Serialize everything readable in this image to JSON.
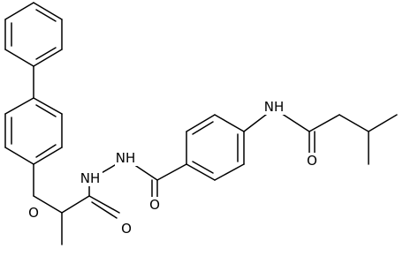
{
  "structure": {
    "atoms": [
      {
        "id": "o_ether",
        "label": "O"
      },
      {
        "id": "n_hydrazide_1",
        "label": "NH"
      },
      {
        "id": "n_hydrazide_2",
        "label": "NH"
      },
      {
        "id": "o_propanamide",
        "label": "O"
      },
      {
        "id": "o_benzamide",
        "label": "O"
      },
      {
        "id": "n_amide",
        "label": "NH"
      },
      {
        "id": "o_butanamide",
        "label": "O"
      }
    ]
  }
}
